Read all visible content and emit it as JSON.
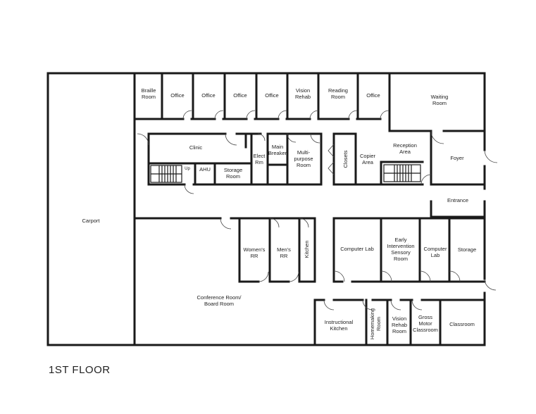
{
  "floor_title": "1ST FLOOR",
  "rooms": {
    "carport": "Carport",
    "braille": [
      "Braille",
      "Room"
    ],
    "office1": "Office",
    "office2": "Office",
    "office3": "Office",
    "office4": "Office",
    "vision_rehab_top": [
      "Vision",
      "Rehab"
    ],
    "reading": [
      "Reading",
      "Room"
    ],
    "office5": "Office",
    "waiting": [
      "Waiting",
      "Room"
    ],
    "clinic": "Clinic",
    "elect": [
      "Elect",
      "Rm"
    ],
    "main_breaker": [
      "Main",
      "Breaker"
    ],
    "multipurpose": [
      "Multi-",
      "purpose",
      "Room"
    ],
    "closets": "Closets",
    "copier": [
      "Copier",
      "Area"
    ],
    "reception": [
      "Reception",
      "Area"
    ],
    "foyer": "Foyer",
    "up": "Up",
    "ahu": "AHU",
    "storage_top": [
      "Storage",
      "Room"
    ],
    "entrance": "Entrance",
    "womens_rr": [
      "Women's",
      "RR"
    ],
    "mens_rr": [
      "Men's",
      "RR"
    ],
    "kitchen": "Kitchen",
    "computer_lab_left": "Computer Lab",
    "early_intervention": [
      "Early",
      "Intervention",
      "Sensory",
      "Room"
    ],
    "computer_lab_right": [
      "Computer",
      "Lab"
    ],
    "storage_right": "Storage",
    "conference": [
      "Conference Room/",
      "Board Room"
    ],
    "instructional_kitchen": [
      "Instructional",
      "Kitchen"
    ],
    "homemaking": [
      "Homemaking",
      "Room"
    ],
    "vision_rehab_bottom": [
      "Vision",
      "Rehab",
      "Room"
    ],
    "gross_motor": [
      "Gross",
      "Motor",
      "Classroom"
    ],
    "classroom": "Classroom"
  }
}
